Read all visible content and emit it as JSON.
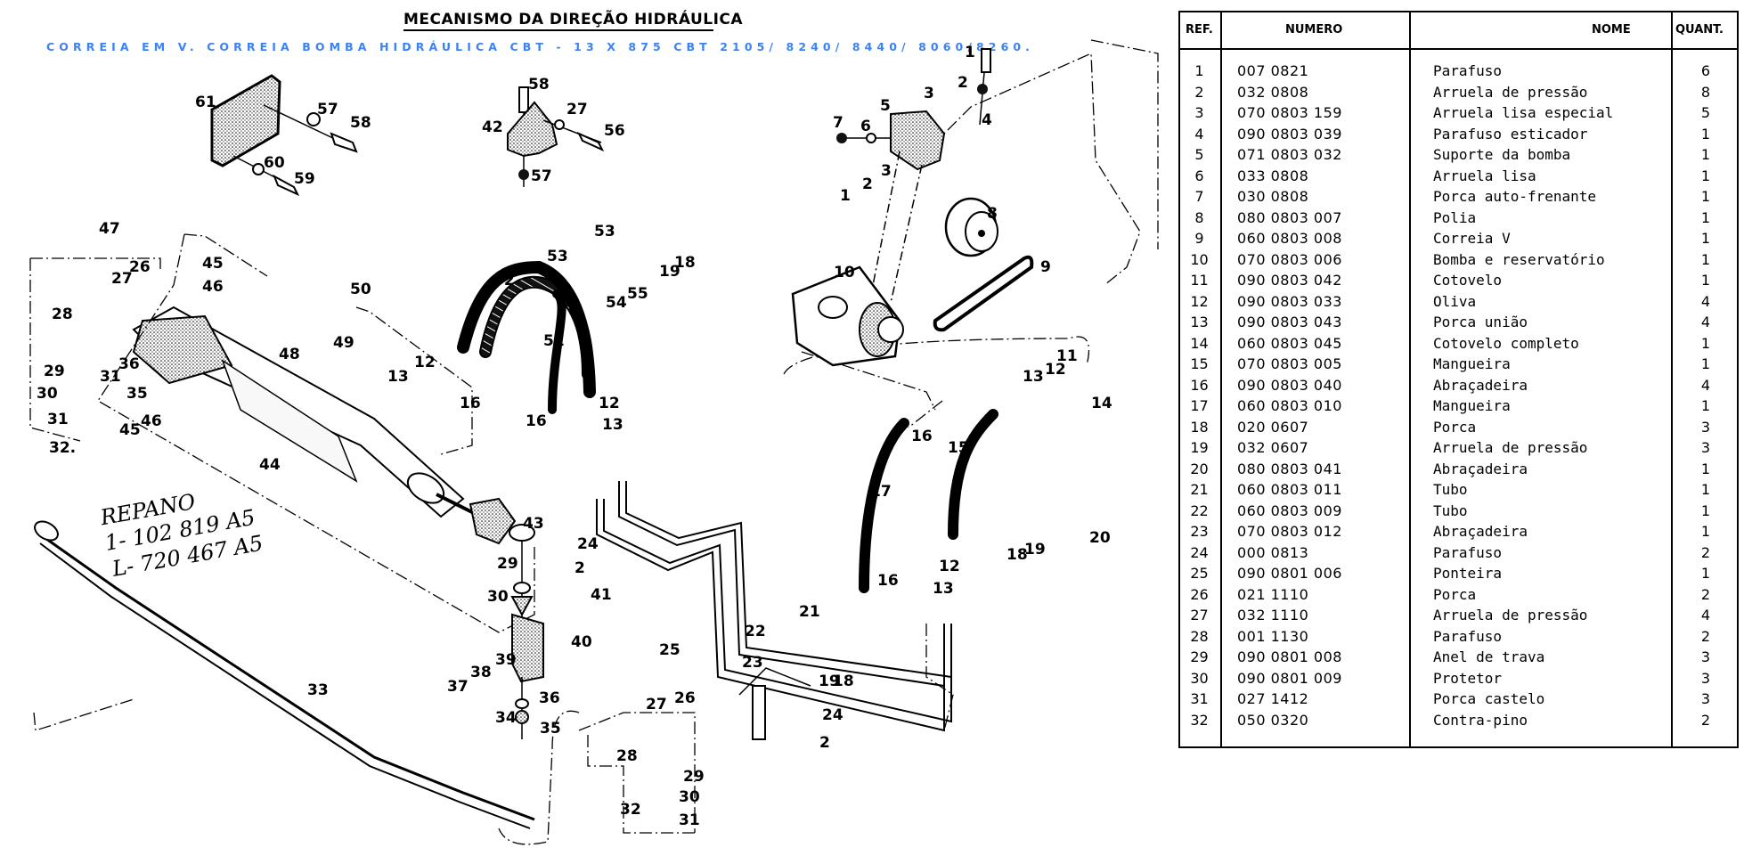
{
  "header": {
    "title": "MECANISMO DA DIREÇÃO HIDRÁULICA",
    "subtitle": "CORREIA EM V. CORREIA BOMBA HIDRÁULICA CBT - 13 X 875   CBT 2105/ 8240/ 8440/ 8060/8260."
  },
  "handwritten_note": {
    "line1": "REPANO",
    "line2": "1- 102 819 A5",
    "line3": "L- 720 467 A5"
  },
  "diagram": {
    "callouts": [
      "1",
      "1",
      "2",
      "2",
      "3",
      "3",
      "4",
      "5",
      "6",
      "7",
      "8",
      "9",
      "10",
      "11",
      "12",
      "12",
      "12",
      "13",
      "13",
      "13",
      "14",
      "15",
      "16",
      "16",
      "16",
      "16",
      "17",
      "18",
      "18",
      "19",
      "19",
      "20",
      "21",
      "22",
      "23",
      "24",
      "24",
      "25",
      "26",
      "26",
      "27",
      "27",
      "27",
      "28",
      "28",
      "29",
      "29",
      "29",
      "30",
      "30",
      "30",
      "31",
      "31",
      "31",
      "32",
      "32",
      "33",
      "34",
      "35",
      "35",
      "36",
      "36",
      "37",
      "38",
      "39",
      "40",
      "41",
      "42",
      "43",
      "44",
      "45",
      "45",
      "46",
      "46",
      "47",
      "48",
      "49",
      "50",
      "51",
      "52",
      "53",
      "53",
      "54",
      "55",
      "56",
      "57",
      "57",
      "58",
      "58",
      "59",
      "60",
      "61"
    ]
  },
  "parts_table": {
    "columns": {
      "ref": "REF.",
      "numero": "NUMERO",
      "nome": "NOME",
      "quant": "QUANT."
    },
    "rows": [
      {
        "ref": "1",
        "numero": "007 0821",
        "nome": "Parafuso",
        "quant": "6"
      },
      {
        "ref": "2",
        "numero": "032 0808",
        "nome": "Arruela de pressão",
        "quant": "8"
      },
      {
        "ref": "3",
        "numero": "070 0803 159",
        "nome": "Arruela lisa especial",
        "quant": "5"
      },
      {
        "ref": "4",
        "numero": "090 0803 039",
        "nome": "Parafuso esticador",
        "quant": "1"
      },
      {
        "ref": "5",
        "numero": "071 0803 032",
        "nome": "Suporte da bomba",
        "quant": "1"
      },
      {
        "ref": "6",
        "numero": "033 0808",
        "nome": "Arruela lisa",
        "quant": "1"
      },
      {
        "ref": "7",
        "numero": "030 0808",
        "nome": "Porca auto-frenante",
        "quant": "1"
      },
      {
        "ref": "8",
        "numero": "080 0803 007",
        "nome": "Polia",
        "quant": "1"
      },
      {
        "ref": "9",
        "numero": "060 0803 008",
        "nome": "Correia V",
        "quant": "1"
      },
      {
        "ref": "10",
        "numero": "070 0803 006",
        "nome": "Bomba e reservatório",
        "quant": "1"
      },
      {
        "ref": "11",
        "numero": "090 0803 042",
        "nome": "Cotovelo",
        "quant": "1"
      },
      {
        "ref": "12",
        "numero": "090 0803 033",
        "nome": "Oliva",
        "quant": "4"
      },
      {
        "ref": "13",
        "numero": "090 0803 043",
        "nome": "Porca união",
        "quant": "4"
      },
      {
        "ref": "14",
        "numero": "060 0803 045",
        "nome": "Cotovelo completo",
        "quant": "1"
      },
      {
        "ref": "15",
        "numero": "070 0803 005",
        "nome": "Mangueira",
        "quant": "1"
      },
      {
        "ref": "16",
        "numero": "090 0803 040",
        "nome": "Abraçadeira",
        "quant": "4"
      },
      {
        "ref": "17",
        "numero": "060 0803 010",
        "nome": "Mangueira",
        "quant": "1"
      },
      {
        "ref": "18",
        "numero": "020 0607",
        "nome": "Porca",
        "quant": "3"
      },
      {
        "ref": "19",
        "numero": "032 0607",
        "nome": "Arruela de pressão",
        "quant": "3"
      },
      {
        "ref": "20",
        "numero": "080 0803 041",
        "nome": "Abraçadeira",
        "quant": "1"
      },
      {
        "ref": "21",
        "numero": "060 0803 011",
        "nome": "Tubo",
        "quant": "1"
      },
      {
        "ref": "22",
        "numero": "060 0803 009",
        "nome": "Tubo",
        "quant": "1"
      },
      {
        "ref": "23",
        "numero": "070 0803 012",
        "nome": "Abraçadeira",
        "quant": "1"
      },
      {
        "ref": "24",
        "numero": "000 0813",
        "nome": "Parafuso",
        "quant": "2"
      },
      {
        "ref": "25",
        "numero": "090 0801 006",
        "nome": "Ponteira",
        "quant": "1"
      },
      {
        "ref": "26",
        "numero": "021 1110",
        "nome": "Porca",
        "quant": "2"
      },
      {
        "ref": "27",
        "numero": "032 1110",
        "nome": "Arruela de pressão",
        "quant": "4"
      },
      {
        "ref": "28",
        "numero": "001 1130",
        "nome": "Parafuso",
        "quant": "2"
      },
      {
        "ref": "29",
        "numero": "090 0801 008",
        "nome": "Anel de trava",
        "quant": "3"
      },
      {
        "ref": "30",
        "numero": "090 0801 009",
        "nome": "Protetor",
        "quant": "3"
      },
      {
        "ref": "31",
        "numero": "027 1412",
        "nome": "Porca castelo",
        "quant": "3"
      },
      {
        "ref": "32",
        "numero": "050 0320",
        "nome": "Contra-pino",
        "quant": "2"
      }
    ]
  }
}
